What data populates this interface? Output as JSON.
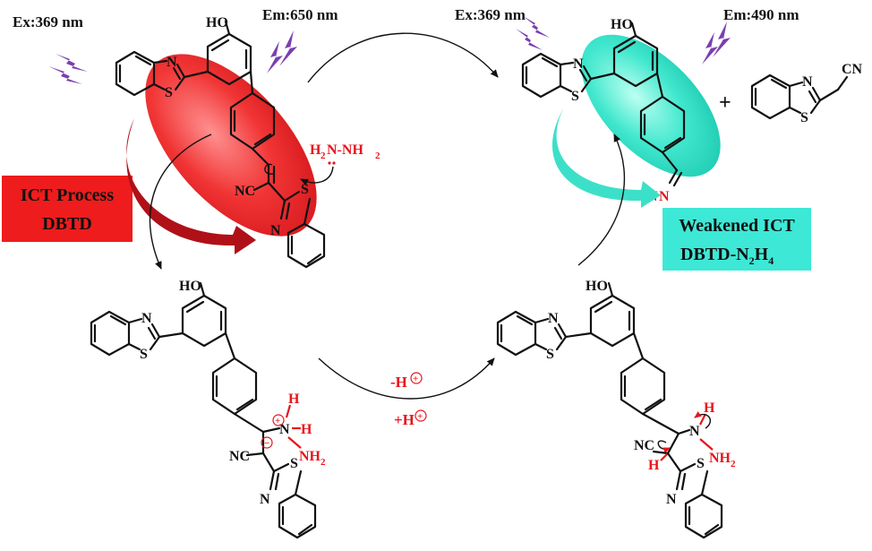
{
  "labels": {
    "ex_left": "Ex:369 nm",
    "em_left": "Em:650 nm",
    "ex_right": "Ex:369 nm",
    "em_right": "Em:490 nm"
  },
  "boxes": {
    "ict_line1": "ICT Process",
    "ict_line2": "DBTD",
    "weak_line1": "Weakened ICT",
    "weak_line2": "DBTD-N",
    "weak_sub1": "2",
    "weak_mid": "H",
    "weak_sub2": "4"
  },
  "reagent": {
    "h2nnh2_a": "H",
    "h2nnh2_sub": "2",
    "h2nnh2_b": "N-NH",
    "h2nnh2_sub2": "2"
  },
  "steps": {
    "deprotonate": "-H",
    "protonate": "+H",
    "plus_sign": "+"
  },
  "atoms": {
    "ho": "HO",
    "n": "N",
    "s": "S",
    "nc": "NC",
    "cn": "CN",
    "h": "H",
    "nh2": "NH",
    "two": "2",
    "h2n": "H",
    "h2n_rest": "N",
    "n_eq": "N"
  },
  "colors": {
    "red_ellipse": "#e8141c",
    "cyan_ellipse": "#2ee8c8",
    "red_box": "#ee1c1c",
    "cyan_box": "#3ee8d6",
    "red_arrow": "#b01018",
    "cyan_arrow": "#3ce0c8",
    "bolt": "#7a3fb0"
  }
}
